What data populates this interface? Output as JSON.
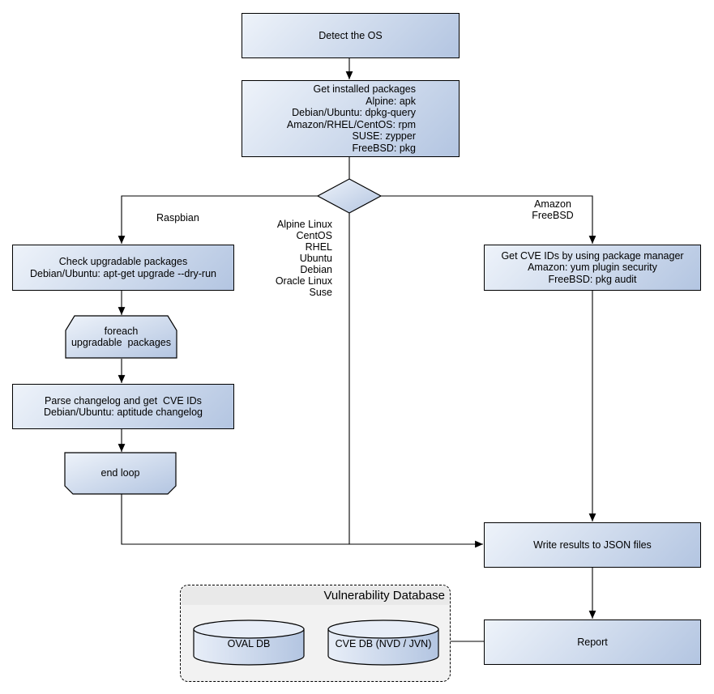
{
  "colors": {
    "node_grad_start": "#eef3fa",
    "node_grad_end": "#b3c5e1",
    "node_border": "#000000",
    "connector": "#000000",
    "text": "#000000",
    "db_fill": "#f2f2f2",
    "db_header": "#e9e9e9",
    "db_border": "#000000",
    "cyl_grad_start": "#e8eef8",
    "cyl_grad_end": "#b3c5e1",
    "cyl_top": "#e7edf7"
  },
  "nodes": {
    "detect_os": {
      "label": "Detect the OS"
    },
    "get_installed_packages": {
      "lines": [
        "Get installed packages",
        "Alpine: apk",
        "Debian/Ubuntu: dpkg-query",
        "Amazon/RHEL/CentOS: rpm",
        "SUSE: zypper",
        "FreeBSD: pkg"
      ]
    },
    "check_upgradable": {
      "lines": [
        "Check upgradable packages",
        "Debian/Ubuntu: apt-get upgrade --dry-run"
      ]
    },
    "foreach_loop_start": {
      "lines": [
        "foreach",
        "upgradable  packages"
      ]
    },
    "parse_changelog": {
      "lines": [
        "Parse changelog and get  CVE IDs",
        "Debian/Ubuntu: aptitude changelog"
      ]
    },
    "end_loop": {
      "label": "end loop"
    },
    "get_cve_ids": {
      "lines": [
        "Get CVE IDs by using package manager",
        "Amazon: yum plugin security",
        "FreeBSD: pkg audit"
      ]
    },
    "write_results": {
      "label": "Write results to JSON files"
    },
    "report": {
      "label": "Report"
    }
  },
  "edge_labels": {
    "raspbian": "Raspbian",
    "middle_os": [
      "Alpine Linux",
      "CentOS",
      "RHEL",
      "Ubuntu",
      "Debian",
      "Oracle Linux",
      "Suse"
    ],
    "amazon_freebsd": [
      "Amazon",
      "FreeBSD"
    ]
  },
  "database": {
    "title": "Vulnerability Database",
    "oval_db": "OVAL DB",
    "cve_db": "CVE DB (NVD / JVN)"
  }
}
